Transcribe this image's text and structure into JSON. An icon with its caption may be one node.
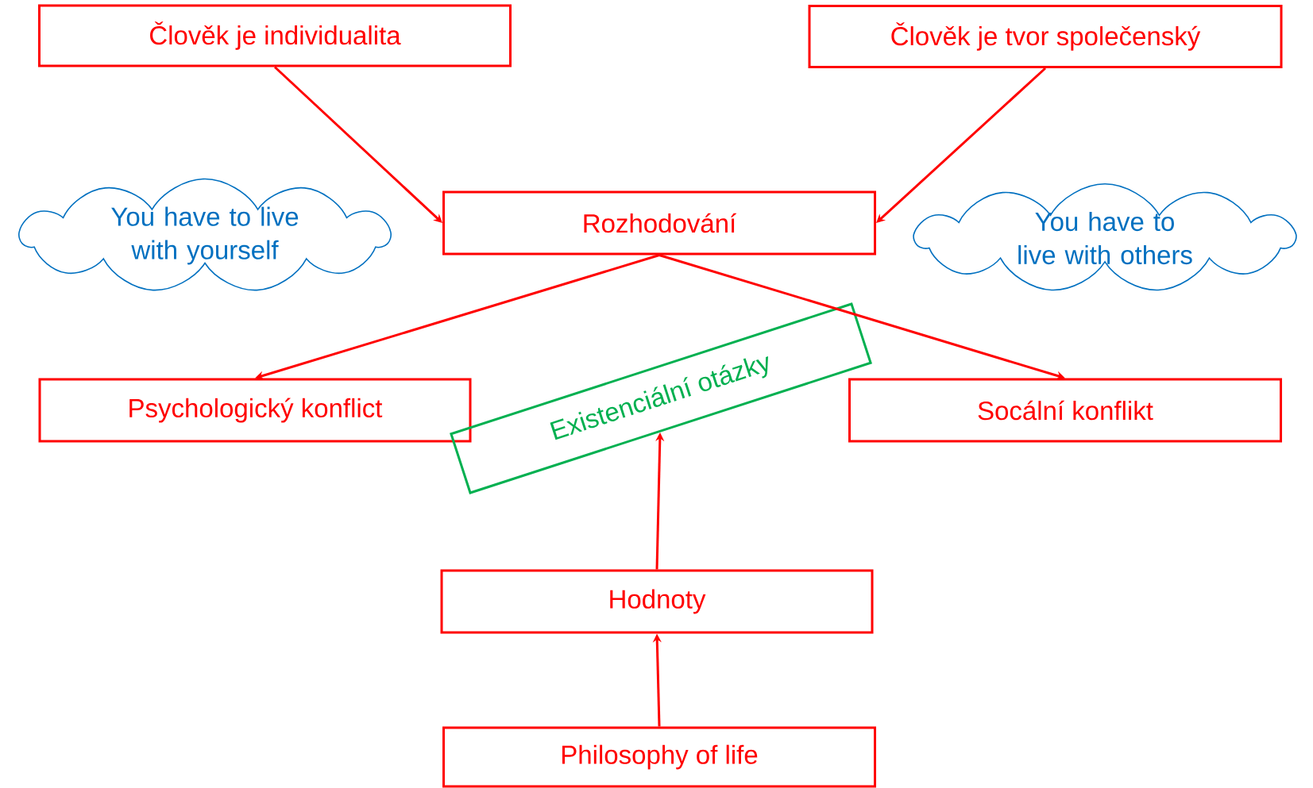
{
  "diagram": {
    "nodes": [
      {
        "text": [
          "Člověk je individualita"
        ]
      },
      {
        "text": [
          "Člověk je tvor společenský"
        ]
      },
      {
        "text": [
          "You have to live with yourself"
        ]
      },
      {
        "text": [
          "Rozhodování"
        ]
      },
      {
        "text": [
          "You have to live with others"
        ]
      },
      {
        "text": [
          "Psychologický konflict"
        ]
      },
      {
        "text": [
          "Existenciální otázky"
        ]
      },
      {
        "text": [
          "Socální konflikt"
        ]
      },
      {
        "text": [
          "Hodnoty"
        ]
      },
      {
        "text": [
          "Philosophy of life"
        ]
      }
    ],
    "edges": [
      {
        "from": 0,
        "to": 3,
        "arrow": "to"
      },
      {
        "from": 1,
        "to": 3,
        "arrow": "to"
      },
      {
        "from": 3,
        "to": 5,
        "arrow": "to"
      },
      {
        "from": 3,
        "to": 7,
        "arrow": "to"
      },
      {
        "from": 8,
        "to": 6,
        "arrow": "to"
      },
      {
        "from": 9,
        "to": 8,
        "arrow": "to"
      }
    ]
  }
}
